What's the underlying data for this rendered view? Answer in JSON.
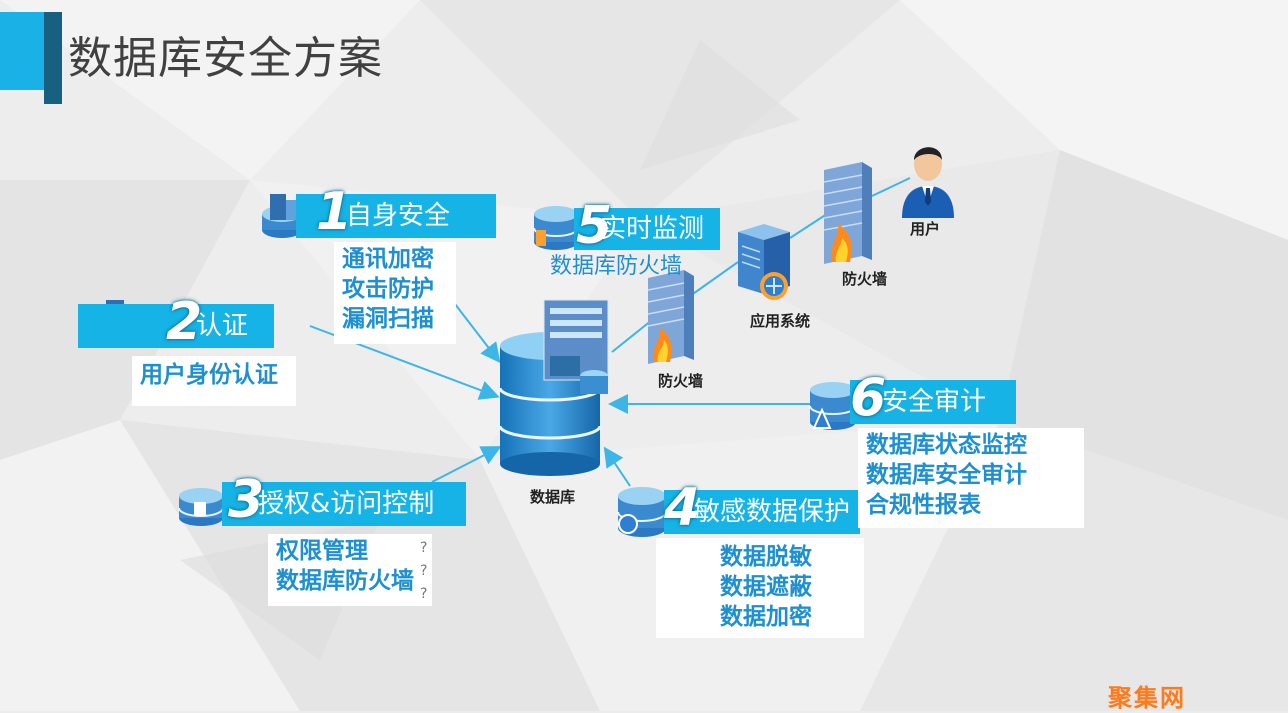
{
  "title": "数据库安全方案",
  "sections": [
    {
      "num": "1",
      "label": "自身安全",
      "items": [
        "通讯加密",
        "攻击防护",
        "漏洞扫描"
      ]
    },
    {
      "num": "2",
      "label": "认证",
      "items": [
        "用户身份认证"
      ]
    },
    {
      "num": "3",
      "label": "授权&访问控制",
      "items": [
        "权限管理",
        "数据库防火墙"
      ]
    },
    {
      "num": "4",
      "label": "敏感数据保护",
      "items": [
        "数据脱敏",
        "数据遮蔽",
        "数据加密"
      ]
    },
    {
      "num": "5",
      "label": "实时监测",
      "items": [
        "数据库防火墙"
      ]
    },
    {
      "num": "6",
      "label": "安全审计",
      "items": [
        "数据库状态监控",
        "数据库安全审计",
        "合规性报表"
      ]
    }
  ],
  "nodes": {
    "database": "数据库",
    "firewall_left": "防火墙",
    "app_system": "应用系统",
    "firewall_right": "防火墙",
    "user": "用户"
  },
  "stray_marks": [
    "?",
    "?",
    "?"
  ],
  "watermark": "聚集网",
  "colors": {
    "accent": "#16b3e6",
    "accent_dark": "#17607f",
    "item_text": "#1e8fd0"
  },
  "icons": [
    "database-server-icon",
    "firewall-icon",
    "app-server-icon",
    "user-icon",
    "db-icon"
  ]
}
